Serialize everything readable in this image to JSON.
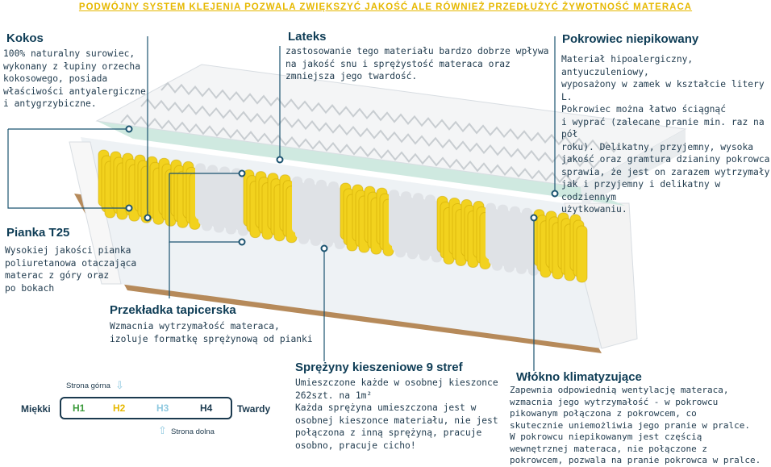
{
  "banner": "PODWÓJNY SYSTEM KLEJENIA POZWALA ZWIĘKSZYĆ JAKOŚĆ ALE RÓWNIEŻ PRZEDŁUŻYĆ ŻYWOTNOŚĆ MATERACA",
  "kokos": {
    "title": "Kokos",
    "text": "100% naturalny surowiec,\nwykonany z łupiny orzecha\nkokosowego, posiada\nwłaściwości antyalergiczne\ni antygrzybiczne."
  },
  "lateks": {
    "title": "Lateks",
    "text": "zastosowanie tego materiału bardzo dobrze wpływa\nna jakość snu i sprężystość materaca oraz\nzmniejsza jego twardość."
  },
  "pokrowiec": {
    "title": "Pokrowiec niepikowany",
    "text": "Materiał hipoalergiczny, antyuczuleniowy,\nwyposażony w zamek w kształcie litery L.\nPokrowiec można łatwo ściągnąć\ni wyprać (zalecane pranie min. raz na pół\nroku). Delikatny, przyjemny, wysoka\njakość oraz gramtura dzianiny pokrowca\nsprawia, że jest on zarazem wytrzymały\njak i przyjemny i delikatny w codziennym\nużytkowaniu."
  },
  "pianka": {
    "title": "Pianka T25",
    "text": "Wysokiej jakości pianka\npoliuretanowa otaczająca\nmaterac z góry oraz\npo bokach"
  },
  "przekladka": {
    "title": "Przekładka tapicerska",
    "text": "Wzmacnia wytrzymałość materaca,\nizoluje formatkę sprężynową od pianki"
  },
  "sprezyny": {
    "title": "Sprężyny kieszeniowe 9 stref",
    "text": "Umieszczone każde w osobnej kieszonce\n262szt. na 1m²\nKażda sprężyna umieszczona jest w\nosobnej kieszonce materiału, nie jest\npołączona z inną sprężyną, pracuje\nosobno, pracuje cicho!"
  },
  "wlokno": {
    "title": "Włókno klimatyzujące",
    "text": "Zapewnia odpowiednią wentylację materaca,\nwzmacnia jego wytrzymałość - w pokrowcu\npikowanym połączona z pokrowcem, co\nskutecznie uniemożliwia jego pranie w pralce.\nW pokrowcu niepikowanym jest częścią\nwewnętrznej materaca, nie połączone z\npokrowcem, pozwala na pranie pokrowca w pralce."
  },
  "scale": {
    "left": "Miękki",
    "right": "Twardy",
    "top_label": "Strona górna",
    "bottom_label": "Strona dolna",
    "levels": [
      {
        "label": "H1",
        "color": "#3a9a3a"
      },
      {
        "label": "H2",
        "color": "#e6b800"
      },
      {
        "label": "H3",
        "color": "#8fc9e0"
      },
      {
        "label": "H4",
        "color": "#1b3a4f"
      }
    ]
  }
}
